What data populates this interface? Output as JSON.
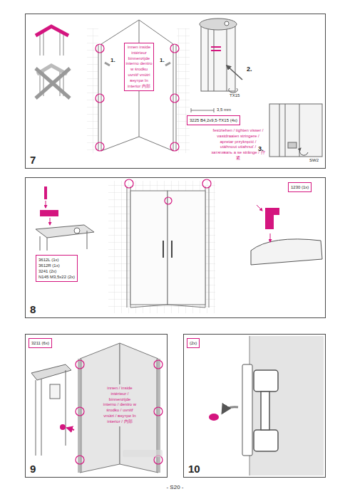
{
  "diagram": {
    "nodes": [
      {
        "text": [
          "7"
        ]
      },
      {
        "text": [
          "innen inside intérieur binnenzijde interno dentro w środku uvnitř vnútri внутри în interior 内部"
        ],
        "in": 0
      },
      {
        "text": [
          "3225 B4,2x9,5-TX15 (4x)"
        ],
        "in": 0
      },
      {
        "text": [
          "8"
        ]
      },
      {
        "text": [
          "3612L (1x)",
          "3612R (1x)",
          "3241 (2x)",
          "N145 M3,5x22 (2x)"
        ],
        "in": 3
      },
      {
        "text": [
          "1230 (1x)"
        ],
        "in": 3
      },
      {
        "text": [
          "9"
        ]
      },
      {
        "text": [
          "3211 (6x)"
        ],
        "in": 6
      },
      {
        "text": [
          "innen / inside intérieur / binnenzijde interno / dentro w środku / uvnitř vnútri / внутри în interior / 内部"
        ],
        "in": 6
      },
      {
        "text": [
          "10"
        ]
      },
      {
        "text": [
          "(2x)"
        ],
        "in": 9
      }
    ],
    "labels": [
      "1.",
      "1.",
      "2.",
      "TX15",
      "3,5 mm",
      "festziehen / tighten visser / vastdraaien stringere / apretar przykręcić / utáhnout utiahnuť / затягивать a se strânge / 拧紧",
      "3.",
      "SW2",
      "- S20 -"
    ]
  }
}
